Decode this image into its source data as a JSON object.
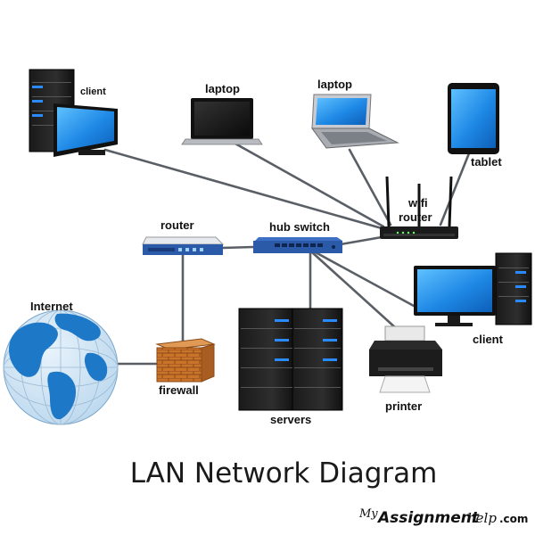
{
  "diagram": {
    "title": "LAN Network Diagram",
    "nodes": {
      "client_top": "client",
      "laptop_1": "laptop",
      "laptop_2": "laptop",
      "tablet": "tablet",
      "wifi_router_line1": "wifi",
      "wifi_router_line2": "router",
      "router": "router",
      "hub_switch": "hub switch",
      "internet": "Internet",
      "firewall": "firewall",
      "servers": "servers",
      "printer": "printer",
      "client_right": "client"
    },
    "edges": [
      {
        "from": "client_top",
        "to": "wifi_router"
      },
      {
        "from": "laptop_1",
        "to": "wifi_router"
      },
      {
        "from": "laptop_2",
        "to": "wifi_router"
      },
      {
        "from": "tablet",
        "to": "wifi_router"
      },
      {
        "from": "hub_switch",
        "to": "wifi_router"
      },
      {
        "from": "router",
        "to": "hub_switch"
      },
      {
        "from": "router",
        "to": "firewall"
      },
      {
        "from": "firewall",
        "to": "internet"
      },
      {
        "from": "hub_switch",
        "to": "servers"
      },
      {
        "from": "hub_switch",
        "to": "printer"
      },
      {
        "from": "hub_switch",
        "to": "client_right"
      }
    ]
  },
  "branding": {
    "my": "My",
    "assignment": "Assignment",
    "help": "help",
    "com": ".com"
  },
  "colors": {
    "device_blue": "#1e88e5",
    "cable_gray": "#5a5f66",
    "switch_blue": "#2b5aa8",
    "brick": "#c9742a"
  }
}
